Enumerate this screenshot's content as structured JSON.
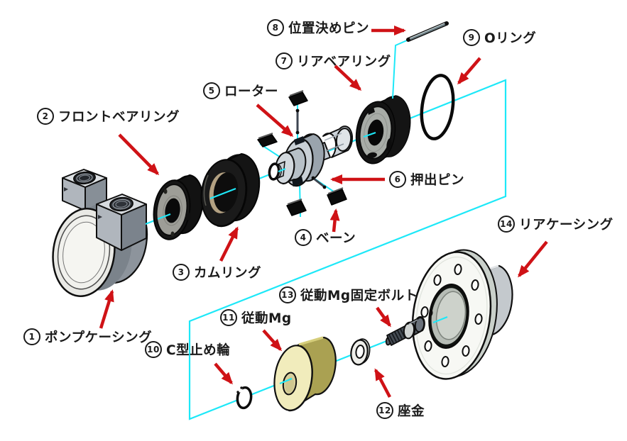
{
  "figure": {
    "type": "exploded-assembly-diagram",
    "background": "#ffffff"
  },
  "colors": {
    "arrow_red": "#cf1216",
    "axis_cyan": "#1de8f8",
    "label_text": "#1a1a1a",
    "metal_gray": "#9aa1a8",
    "part_black": "#141414",
    "magnet_olive": "#aaa152",
    "magnet_face": "#f1ecbc"
  },
  "labels": [
    {
      "num": "1",
      "text": "ポンプケーシング"
    },
    {
      "num": "2",
      "text": "フロントベアリング"
    },
    {
      "num": "3",
      "text": "カムリング"
    },
    {
      "num": "4",
      "text": "ベーン"
    },
    {
      "num": "5",
      "text": "ローター"
    },
    {
      "num": "6",
      "text": "押出ピン"
    },
    {
      "num": "7",
      "text": "リアベアリング"
    },
    {
      "num": "8",
      "text": "位置決めピン"
    },
    {
      "num": "9",
      "text": "Oリング"
    },
    {
      "num": "10",
      "text": "C型止め輪"
    },
    {
      "num": "11",
      "text": "従動Mg"
    },
    {
      "num": "12",
      "text": "座金"
    },
    {
      "num": "13",
      "text": "従動Mg固定ボルト"
    },
    {
      "num": "14",
      "text": "リアケーシング"
    }
  ]
}
